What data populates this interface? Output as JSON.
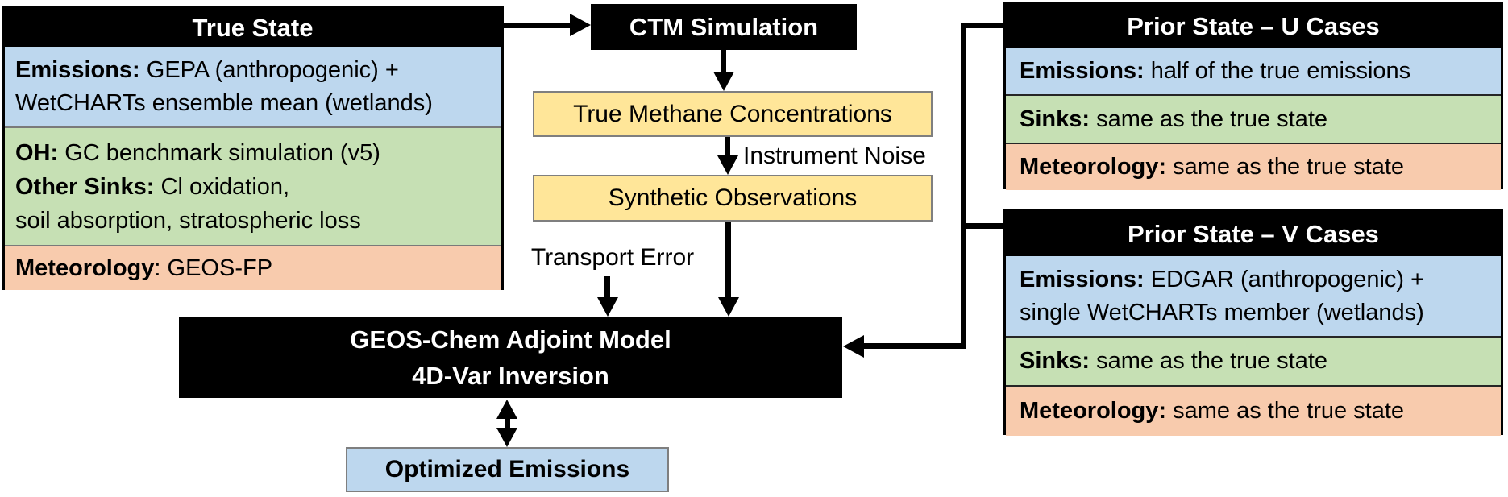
{
  "colors": {
    "section_blue": "#BDD7EE",
    "section_green": "#C6E0B4",
    "section_orange": "#F8CBAD",
    "process_yellow": "#FFE699",
    "box_black": "#000000",
    "border_gray": "#7F7F7F"
  },
  "true_state": {
    "title": "True State",
    "emissions": {
      "label": "Emissions:",
      "text": " GEPA (anthropogenic) +",
      "line2": "WetCHARTs ensemble mean (wetlands)"
    },
    "sinks": {
      "oh_label": "OH:",
      "oh_text": " GC benchmark simulation (v5)",
      "other_label": "Other Sinks:",
      "other_text": " Cl oxidation,",
      "line3": "soil absorption, stratospheric loss"
    },
    "meteorology": {
      "label": "Meteorology",
      "text": ": GEOS-FP"
    }
  },
  "ctm": {
    "title": "CTM Simulation"
  },
  "flow": {
    "true_concentrations": "True Methane Concentrations",
    "instrument_noise": "Instrument Noise",
    "synthetic_observations": "Synthetic Observations",
    "transport_error": "Transport Error"
  },
  "adjoint": {
    "line1": "GEOS-Chem Adjoint Model",
    "line2": "4D-Var Inversion"
  },
  "optimized": {
    "label": "Optimized Emissions"
  },
  "prior_u": {
    "title": "Prior State – U Cases",
    "emissions": {
      "label": "Emissions:",
      "text": " half of the true emissions"
    },
    "sinks": {
      "label": "Sinks:",
      "text": " same as the true state"
    },
    "meteorology": {
      "label": "Meteorology:",
      "text": " same as the true state"
    }
  },
  "prior_v": {
    "title": "Prior State – V Cases",
    "emissions": {
      "label": "Emissions:",
      "text": " EDGAR (anthropogenic) +",
      "line2": "single WetCHARTs member (wetlands)"
    },
    "sinks": {
      "label": "Sinks:",
      "text": " same as the true state"
    },
    "meteorology": {
      "label": "Meteorology:",
      "text": " same as the true state"
    }
  }
}
